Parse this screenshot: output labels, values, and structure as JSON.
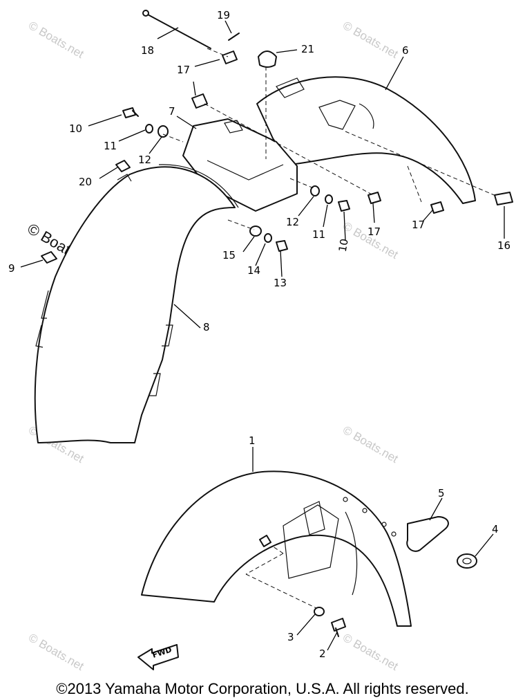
{
  "watermark": "© Boats.net",
  "copyright": "©2013 Yamaha Motor Corporation, U.S.A. All rights reserved.",
  "fwd_label": "FWD",
  "callouts": {
    "c1": "1",
    "c2": "2",
    "c3": "3",
    "c4": "4",
    "c5": "5",
    "c6": "6",
    "c7": "7",
    "c8": "8",
    "c9": "9",
    "c10a": "10",
    "c10b": "10",
    "c11a": "11",
    "c11b": "11",
    "c12a": "12",
    "c12b": "12",
    "c13": "13",
    "c14": "14",
    "c15": "15",
    "c16": "16",
    "c17a": "17",
    "c17b": "17",
    "c17c": "17",
    "c17d": "17",
    "c18": "18",
    "c19": "19",
    "c20": "20",
    "c21": "21"
  }
}
